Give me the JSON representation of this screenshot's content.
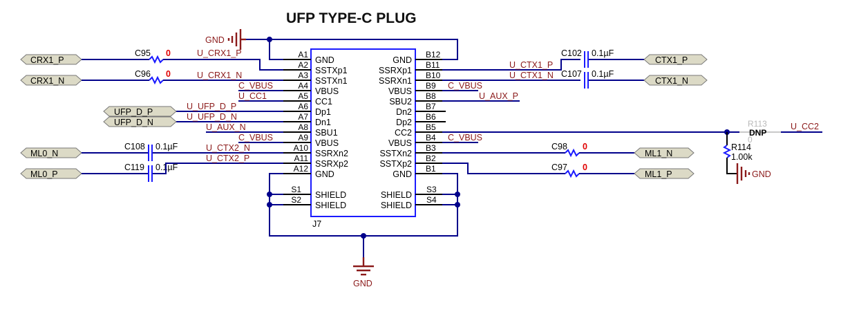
{
  "title": "UFP TYPE-C PLUG",
  "connector": {
    "ref": "J7",
    "left_pins": [
      {
        "num": "A1",
        "name": "GND",
        "net": ""
      },
      {
        "num": "A2",
        "name": "SSTXp1",
        "net": ""
      },
      {
        "num": "A3",
        "name": "SSTXn1",
        "net": "U_CRX1_N"
      },
      {
        "num": "A4",
        "name": "VBUS",
        "net": "C_VBUS"
      },
      {
        "num": "A5",
        "name": "CC1",
        "net": "U_CC1"
      },
      {
        "num": "A6",
        "name": "Dp1",
        "net": "U_UFP_D_P"
      },
      {
        "num": "A7",
        "name": "Dn1",
        "net": "U_UFP_D_N"
      },
      {
        "num": "A8",
        "name": "SBU1",
        "net": "U_AUX_N"
      },
      {
        "num": "A9",
        "name": "VBUS",
        "net": "C_VBUS"
      },
      {
        "num": "A10",
        "name": "SSRXn2",
        "net": "U_CTX2_N"
      },
      {
        "num": "A11",
        "name": "SSRXp2",
        "net": "U_CTX2_P"
      },
      {
        "num": "A12",
        "name": "GND",
        "net": ""
      }
    ],
    "right_pins": [
      {
        "num": "B12",
        "name": "GND",
        "net": ""
      },
      {
        "num": "B11",
        "name": "SSRXp1",
        "net": "U_CTX1_P"
      },
      {
        "num": "B10",
        "name": "SSRXn1",
        "net": "U_CTX1_N"
      },
      {
        "num": "B9",
        "name": "VBUS",
        "net": "C_VBUS"
      },
      {
        "num": "B8",
        "name": "SBU2",
        "net": "U_AUX_P"
      },
      {
        "num": "B7",
        "name": "Dn2",
        "net": ""
      },
      {
        "num": "B6",
        "name": "Dp2",
        "net": ""
      },
      {
        "num": "B5",
        "name": "CC2",
        "net": ""
      },
      {
        "num": "B4",
        "name": "VBUS",
        "net": "C_VBUS"
      },
      {
        "num": "B3",
        "name": "SSTXn2",
        "net": ""
      },
      {
        "num": "B2",
        "name": "SSTXp2",
        "net": ""
      },
      {
        "num": "B1",
        "name": "GND",
        "net": ""
      }
    ],
    "shield_left": [
      {
        "num": "S1",
        "name": "SHIELD"
      },
      {
        "num": "S2",
        "name": "SHIELD"
      }
    ],
    "shield_right": [
      {
        "num": "S3",
        "name": "SHIELD"
      },
      {
        "num": "S4",
        "name": "SHIELD"
      }
    ]
  },
  "net_labels": {
    "u_crx1_p": "U_CRX1_P",
    "u_cc2": "U_CC2"
  },
  "ports": {
    "crx1_p": "CRX1_P",
    "crx1_n": "CRX1_N",
    "ufp_d_p": "UFP_D_P",
    "ufp_d_n": "UFP_D_N",
    "ml0_n": "ML0_N",
    "ml0_p": "ML0_P",
    "ctx1_p": "CTX1_P",
    "ctx1_n": "CTX1_N",
    "ml1_n": "ML1_N",
    "ml1_p": "ML1_P"
  },
  "components": {
    "c95": {
      "ref": "C95",
      "value": "0"
    },
    "c96": {
      "ref": "C96",
      "value": "0"
    },
    "c108": {
      "ref": "C108",
      "value": "0.1µF"
    },
    "c119": {
      "ref": "C119",
      "value": "0.1µF"
    },
    "c102": {
      "ref": "C102",
      "value": "0.1µF"
    },
    "c107": {
      "ref": "C107",
      "value": "0.1µF"
    },
    "c98": {
      "ref": "C98",
      "value": "0"
    },
    "c97": {
      "ref": "C97",
      "value": "0"
    },
    "r113": {
      "ref": "R113",
      "value": "0",
      "note": "DNP"
    },
    "r114": {
      "ref": "R114",
      "value": "1.00k"
    }
  },
  "gnd": {
    "top": "GND",
    "bottom": "GND",
    "r114": "GND"
  },
  "colors": {
    "wire": "#00008b",
    "component": "#1a1aff",
    "net_label": "#8b1a1a",
    "zero_value": "#e00000",
    "port_fill": "#dcdac6"
  }
}
